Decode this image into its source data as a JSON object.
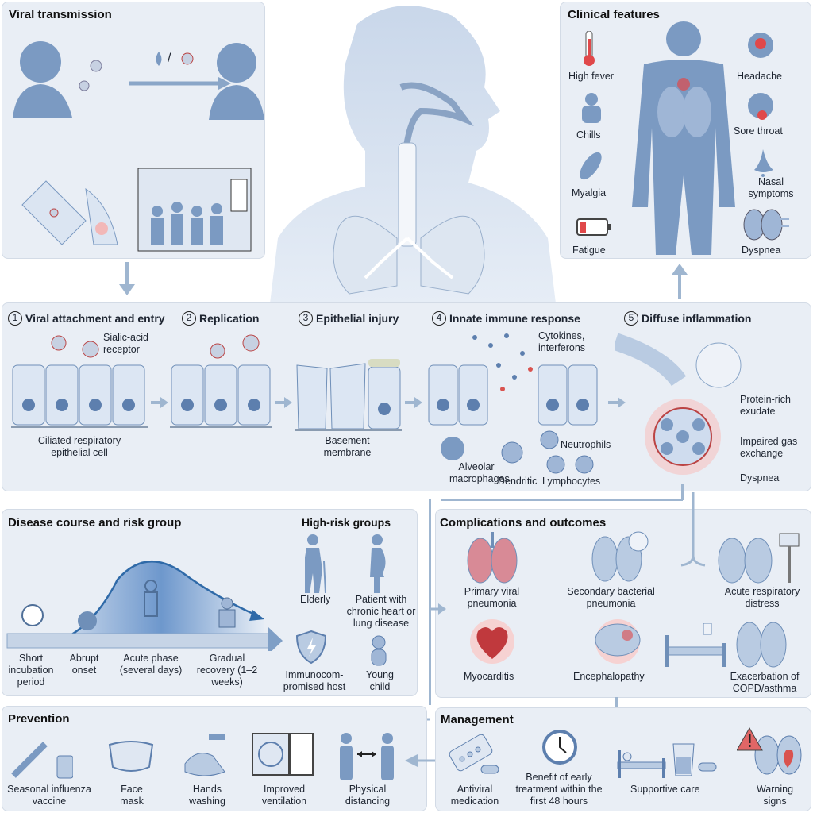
{
  "transmission": {
    "title": "Viral transmission",
    "droplet_or_virus": "/"
  },
  "clinical": {
    "title": "Clinical features",
    "items": [
      "High fever",
      "Headache",
      "Chills",
      "Sore throat",
      "Myalgia",
      "Nasal symptoms",
      "Fatigue",
      "Dyspnea"
    ]
  },
  "pathogenesis": {
    "steps": [
      {
        "num": "1",
        "label": "Viral attachment and entry"
      },
      {
        "num": "2",
        "label": "Replication"
      },
      {
        "num": "3",
        "label": "Epithelial injury"
      },
      {
        "num": "4",
        "label": "Innate immune response"
      },
      {
        "num": "5",
        "label": "Diffuse inflammation"
      }
    ],
    "receptor": "Sialic-acid receptor",
    "cell": "Ciliated respiratory epithelial cell",
    "basement": "Basement membrane",
    "cytokines": "Cytokines, interferons",
    "alveolar": "Alveolar macrophages",
    "dendritic": "Dendritic",
    "neutrophils": "Neutrophils",
    "lymphocytes": "Lymphocytes",
    "exudate": "Protein-rich exudate",
    "gas": "Impaired gas exchange",
    "dyspnea": "Dyspnea"
  },
  "course": {
    "title": "Disease course and risk group",
    "phases": [
      "Short incubation period",
      "Abrupt onset",
      "Acute phase (several days)",
      "Gradual recovery (1–2 weeks)"
    ],
    "risk_title": "High-risk groups",
    "risk": [
      "Elderly",
      "Patient with chronic heart or lung disease",
      "Immunocom-promised host",
      "Young child"
    ]
  },
  "complications": {
    "title": "Complications and outcomes",
    "items": [
      "Primary viral pneumonia",
      "Secondary bacterial pneumonia",
      "Acute respiratory distress",
      "Myocarditis",
      "Encephalopathy",
      "Exacerbation of COPD/asthma"
    ]
  },
  "prevention": {
    "title": "Prevention",
    "items": [
      "Seasonal influenza vaccine",
      "Face mask",
      "Hands washing",
      "Improved ventilation",
      "Physical distancing"
    ]
  },
  "management": {
    "title": "Management",
    "items": [
      "Antiviral medication",
      "Benefit of early treatment within the first 48 hours",
      "Supportive care",
      "Warning signs"
    ]
  },
  "colors": {
    "panel": "#e9eef5",
    "figure": "#6f8fb8",
    "accent_red": "#e0484a",
    "arrow": "#9fb6d0"
  }
}
